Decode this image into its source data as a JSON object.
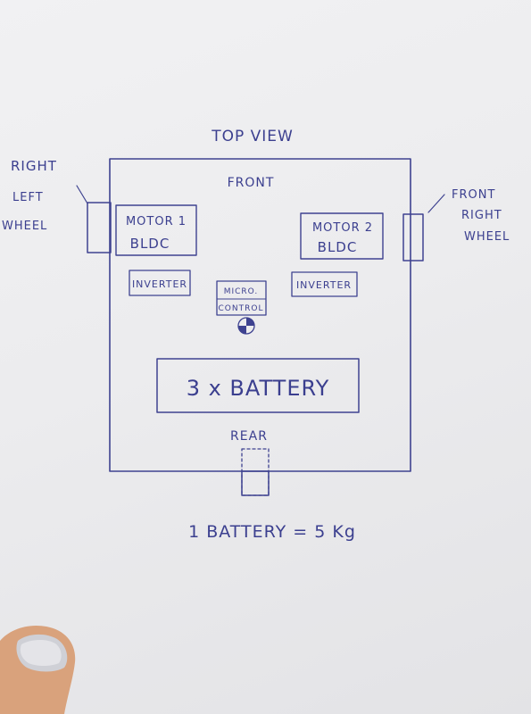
{
  "title": "TOP VIEW",
  "labels": {
    "front": "FRONT",
    "rear": "REAR",
    "left_wheel": [
      "RIGHT",
      "LEFT",
      "WHEEL"
    ],
    "right_wheel": [
      "FRONT",
      "RIGHT",
      "WHEEL"
    ]
  },
  "components": {
    "motor1": [
      "MOTOR 1",
      "BLDC"
    ],
    "motor2": [
      "MOTOR 2",
      "BLDC"
    ],
    "inverter_left": "INVERTER",
    "inverter_right": "INVERTER",
    "micro_control": [
      "MICRO.",
      "CONTROL"
    ],
    "battery_pack": "3 x BATTERY"
  },
  "footnote": "1 BATTERY = 5 Kg",
  "colors": {
    "ink": "#3b3f8f",
    "paper": "#ececee"
  }
}
